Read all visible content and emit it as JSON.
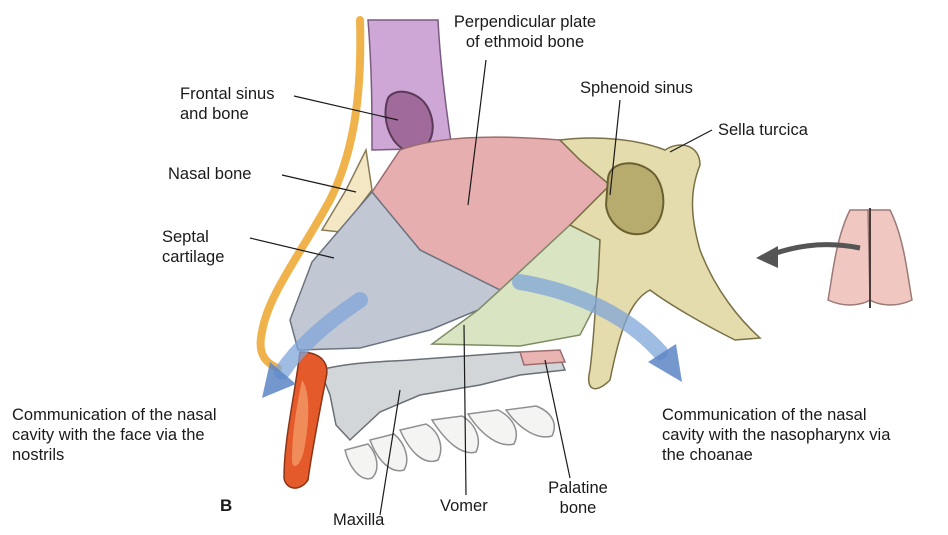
{
  "panel_letter": "B",
  "labels": {
    "perpendicular_plate": "Perpendicular plate\nof ethmoid bone",
    "frontal_sinus": "Frontal sinus\nand bone",
    "sphenoid_sinus": "Sphenoid sinus",
    "sella_turcica": "Sella turcica",
    "nasal_bone": "Nasal bone",
    "septal_cartilage": "Septal\ncartilage",
    "comm_face": "Communication of the nasal\ncavity with the face via the\nnostrils",
    "comm_nasopharynx": "Communication of the nasal\ncavity with the nasopharynx via\nthe choanae",
    "maxilla": "Maxilla",
    "vomer": "Vomer",
    "palatine_bone": "Palatine\nbone"
  },
  "colors": {
    "ethmoid_plate": "#e7aeb0",
    "septal_cartilage": "#c2c8d3",
    "vomer": "#d9e4c2",
    "sphenoid": "#e5dcae",
    "frontal_sinus": "#cfa7d6",
    "skin_outline": "#f0b24a",
    "maxilla": "#d3d6d9",
    "nostril": "#e55a2a",
    "flow_arrow": "#7fa6d8"
  }
}
